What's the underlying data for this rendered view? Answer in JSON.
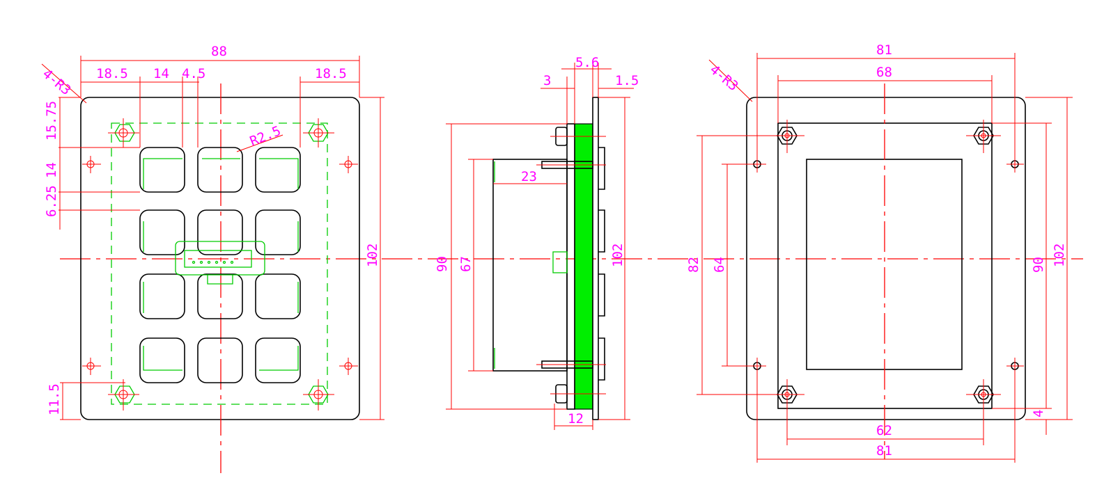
{
  "front_view": {
    "corner_radius_note": "4-R3",
    "key_radius_note": "R2.5",
    "width": "88",
    "side_margin_left": "18.5",
    "key_pitch": "14",
    "key_gap": "4.5",
    "side_margin_right": "18.5",
    "top_offset": "15.75",
    "row_pitch": "14",
    "row_gap": "6.25",
    "bottom_offset": "11.5",
    "height": "102"
  },
  "side_view": {
    "total_depth": "5.6",
    "panel_thickness": "3",
    "cap_height": "1.5",
    "body_depth": "23",
    "standoff": "12",
    "outer_height": "90",
    "body_height": "67",
    "panel_height": "102"
  },
  "back_view": {
    "corner_radius_note": "4-R3",
    "width_top": "81",
    "inner_width": "68",
    "hole_spacing": "62",
    "width_bottom": "81",
    "hole_vertical": "82",
    "inner_hole_vertical": "64",
    "frame_height": "90",
    "height": "102",
    "edge_offset": "4"
  }
}
